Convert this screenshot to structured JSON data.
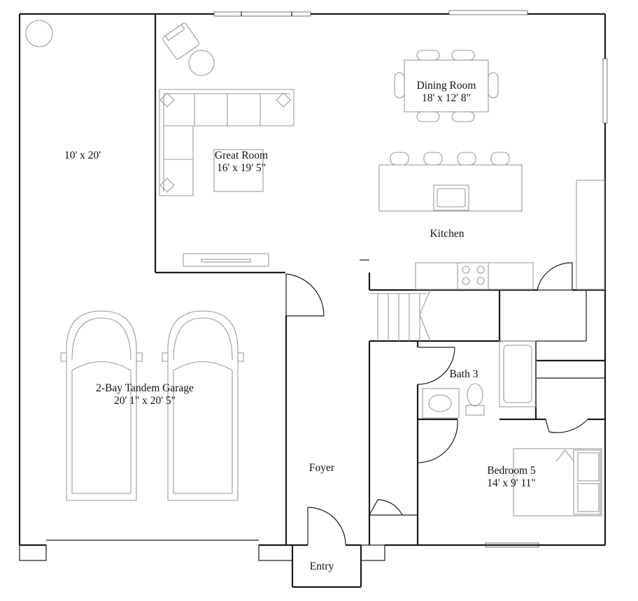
{
  "rooms": {
    "garage_storage": {
      "dims": "10' x 20'"
    },
    "garage": {
      "name": "2-Bay Tandem Garage",
      "dims": "20' 1\" x 20' 5\""
    },
    "great_room": {
      "name": "Great Room",
      "dims": "16' x 19' 5\""
    },
    "dining_room": {
      "name": "Dining Room",
      "dims": "18' x 12' 8\""
    },
    "kitchen": {
      "name": "Kitchen"
    },
    "bath_3": {
      "name": "Bath 3"
    },
    "foyer": {
      "name": "Foyer"
    },
    "bedroom_5": {
      "name": "Bedroom 5",
      "dims": "14' x 9' 11\""
    },
    "entry": {
      "name": "Entry"
    }
  }
}
